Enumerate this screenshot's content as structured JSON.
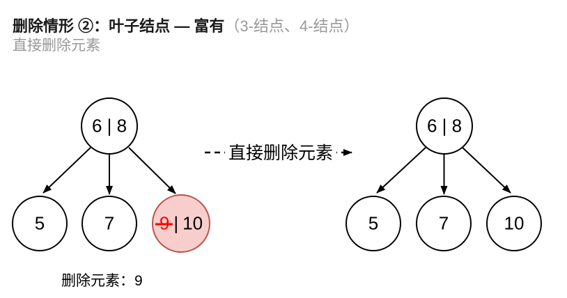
{
  "header": {
    "title_main": "删除情形 ②：叶子结点 — 富有",
    "title_note": "（3-结点、4-结点）",
    "subtitle": "直接删除元素"
  },
  "transition": {
    "label": "直接删除元素"
  },
  "left_tree": {
    "root_label": "6 | 8",
    "child_left": "5",
    "child_middle": "7",
    "highlight_node": {
      "deleted_value": "9",
      "separator": "|",
      "kept_value": "10"
    }
  },
  "right_tree": {
    "root_label": "6 | 8",
    "child_left": "5",
    "child_middle": "7",
    "child_right": "10"
  },
  "footer": {
    "label": "删除元素：9"
  },
  "colors": {
    "node_stroke": "#000000",
    "highlight_fill": "#f8cecc",
    "highlight_stroke": "#b85450",
    "deleted_text": "#ff0000",
    "muted_text": "#999999"
  }
}
